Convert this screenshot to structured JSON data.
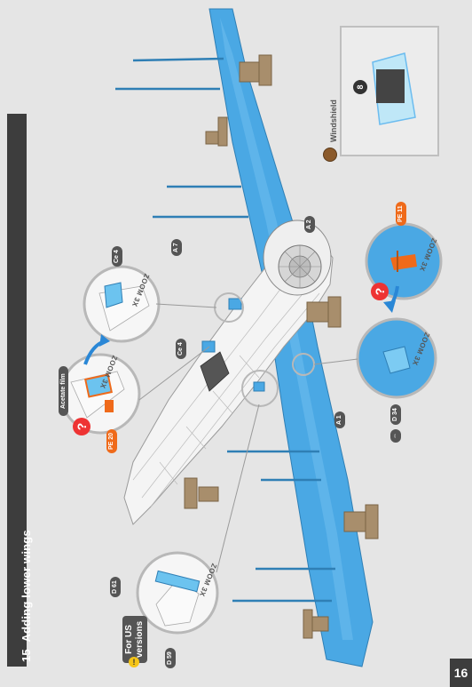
{
  "header": {
    "step_number": "15",
    "title": "Adding lower wings"
  },
  "page_number": "16",
  "zoom_label": "ZOOM 3X",
  "parts": {
    "a1": "A 1",
    "a2": "A 2",
    "a7": "A 7",
    "ce4_top": "Ce 4",
    "ce4_mid": "Ce 4",
    "d34": "D 34",
    "d59": "D 59",
    "d61": "D 61",
    "pe20": "PE 20",
    "pe11": "PE 11"
  },
  "callouts": {
    "acetate_film": "Acetate film",
    "for_us_line1": "For US",
    "for_us_line2": "versions",
    "windshield": "Windshield",
    "windshield_number": "8"
  },
  "colors": {
    "part_blue": "#4aa8e4",
    "stand_brown": "#a88e6c",
    "accent_orange": "#ef6a1a",
    "header_gray": "#3d3d3d"
  }
}
